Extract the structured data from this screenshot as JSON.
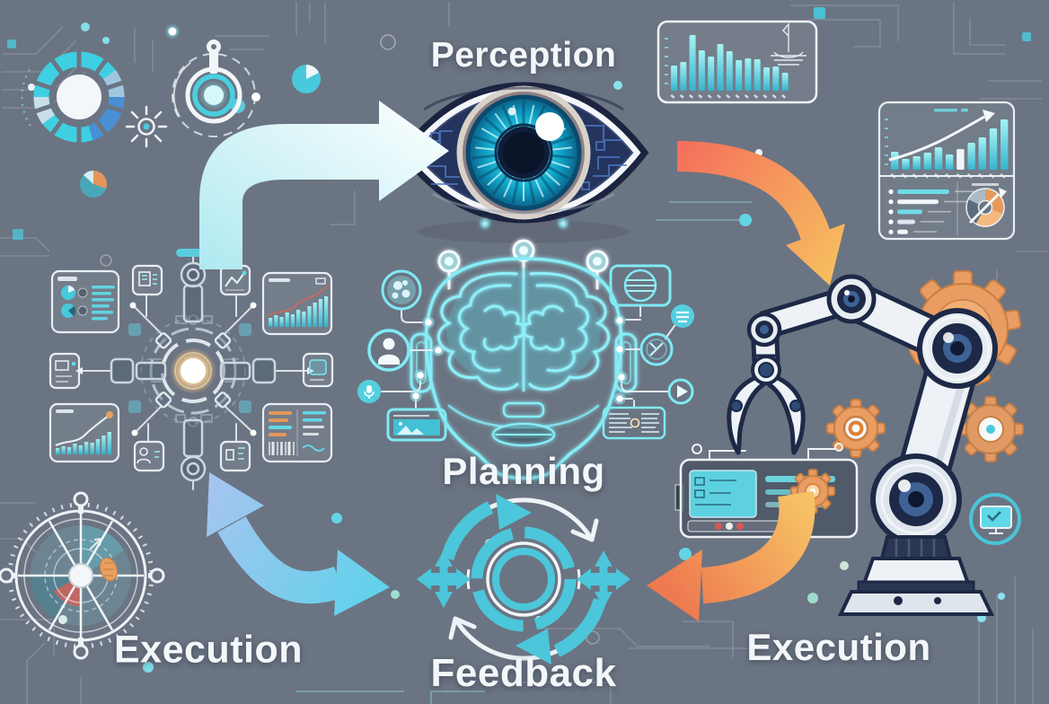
{
  "title": "AI agent perception–planning–execution–feedback loop illustration",
  "stages": [
    {
      "id": "perception",
      "label": "Perception"
    },
    {
      "id": "planning",
      "label": "Planning"
    },
    {
      "id": "execution-left",
      "label": "Execution"
    },
    {
      "id": "feedback",
      "label": "Feedback"
    },
    {
      "id": "execution-right",
      "label": "Execution"
    }
  ],
  "colors": {
    "background": "#6b7482",
    "label_text": "#f4f7f9",
    "accent_cyan": "#7feaf4",
    "accent_teal": "#4cc6da",
    "iris_cyan": "#2fd3e8",
    "arrow_white": "#ffffff",
    "arrow_blue_start": "#a6c4f0",
    "arrow_blue_end": "#5fd2ea",
    "arrow_orange_start": "#f4705c",
    "arrow_orange_end": "#f6c05e",
    "gear_orange": "#e99d63",
    "joint_navy": "#1d2946",
    "panel_outline": "#e7eef5"
  },
  "icons": {
    "eye-icon": "almond eye with circuit sclera and cyan iris",
    "brain-icon": "glowing cyan robot head with brain",
    "robot-arm-icon": "white robotic arm with navy joints and claw gripper",
    "gear-icon": "orange cog wheel",
    "feedback-cycle-icon": "circular arrows around segmented ring",
    "radar-dial-icon": "compass style dial with teal sectors",
    "bar-chart-icon": "cyan bar chart panel",
    "donut-chart-icon": "orange and slate donut with trend arrow",
    "person-icon": "user silhouette in circle",
    "play-icon": "triangle in circle",
    "camera-panel-icon": "screen with mountain thumbnails",
    "microphone-icon": "small filled cyan circle with mic",
    "document-icon": "panel with text lines",
    "monitor-icon": "screen inside cyan ring",
    "key-target-icon": "concentric target with key stem",
    "antenna-icon": "stalk with glowing circle"
  },
  "decorative_charts": {
    "top_bar_chart": {
      "type": "bar",
      "values": [
        28,
        32,
        62,
        45,
        38,
        52,
        44,
        34,
        36,
        35,
        26,
        27,
        20
      ]
    },
    "side_bar_chart": {
      "type": "bar",
      "values": [
        20,
        12,
        15,
        19,
        25,
        17,
        23,
        30,
        36,
        46,
        56
      ]
    },
    "bullet_rows": {
      "type": "bar",
      "values": [
        58,
        46,
        28,
        20,
        12
      ]
    }
  }
}
